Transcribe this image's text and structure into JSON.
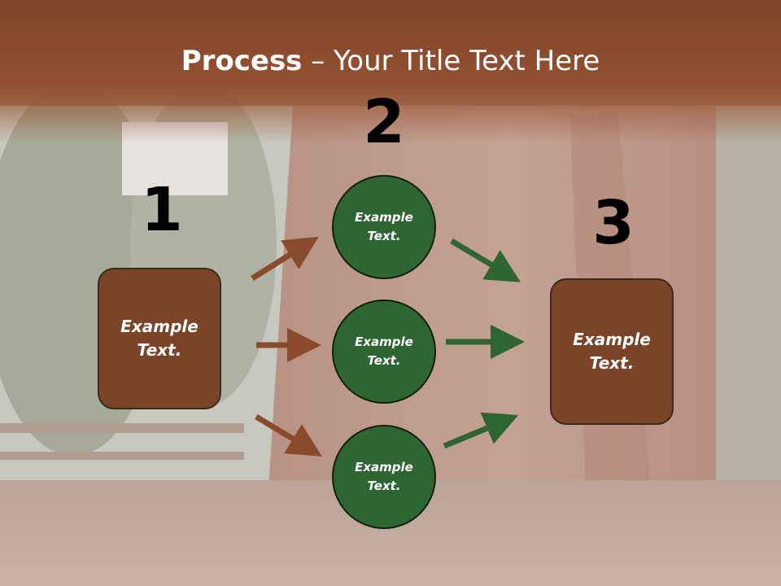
{
  "slide": {
    "title_bold": "Process",
    "title_rest": " – Your Title Text Here"
  },
  "steps": [
    {
      "number": "1",
      "text": "Example Text."
    },
    {
      "number": "2",
      "items": [
        "Example Text.",
        "Example Text.",
        "Example Text."
      ]
    },
    {
      "number": "3",
      "text": "Example Text."
    }
  ],
  "colors": {
    "header": "#8a4a2c",
    "box_fill": "#7b4429",
    "circle_fill": "#2f6532",
    "arrow_brown": "#8a4b2c",
    "arrow_green": "#2f6532"
  }
}
